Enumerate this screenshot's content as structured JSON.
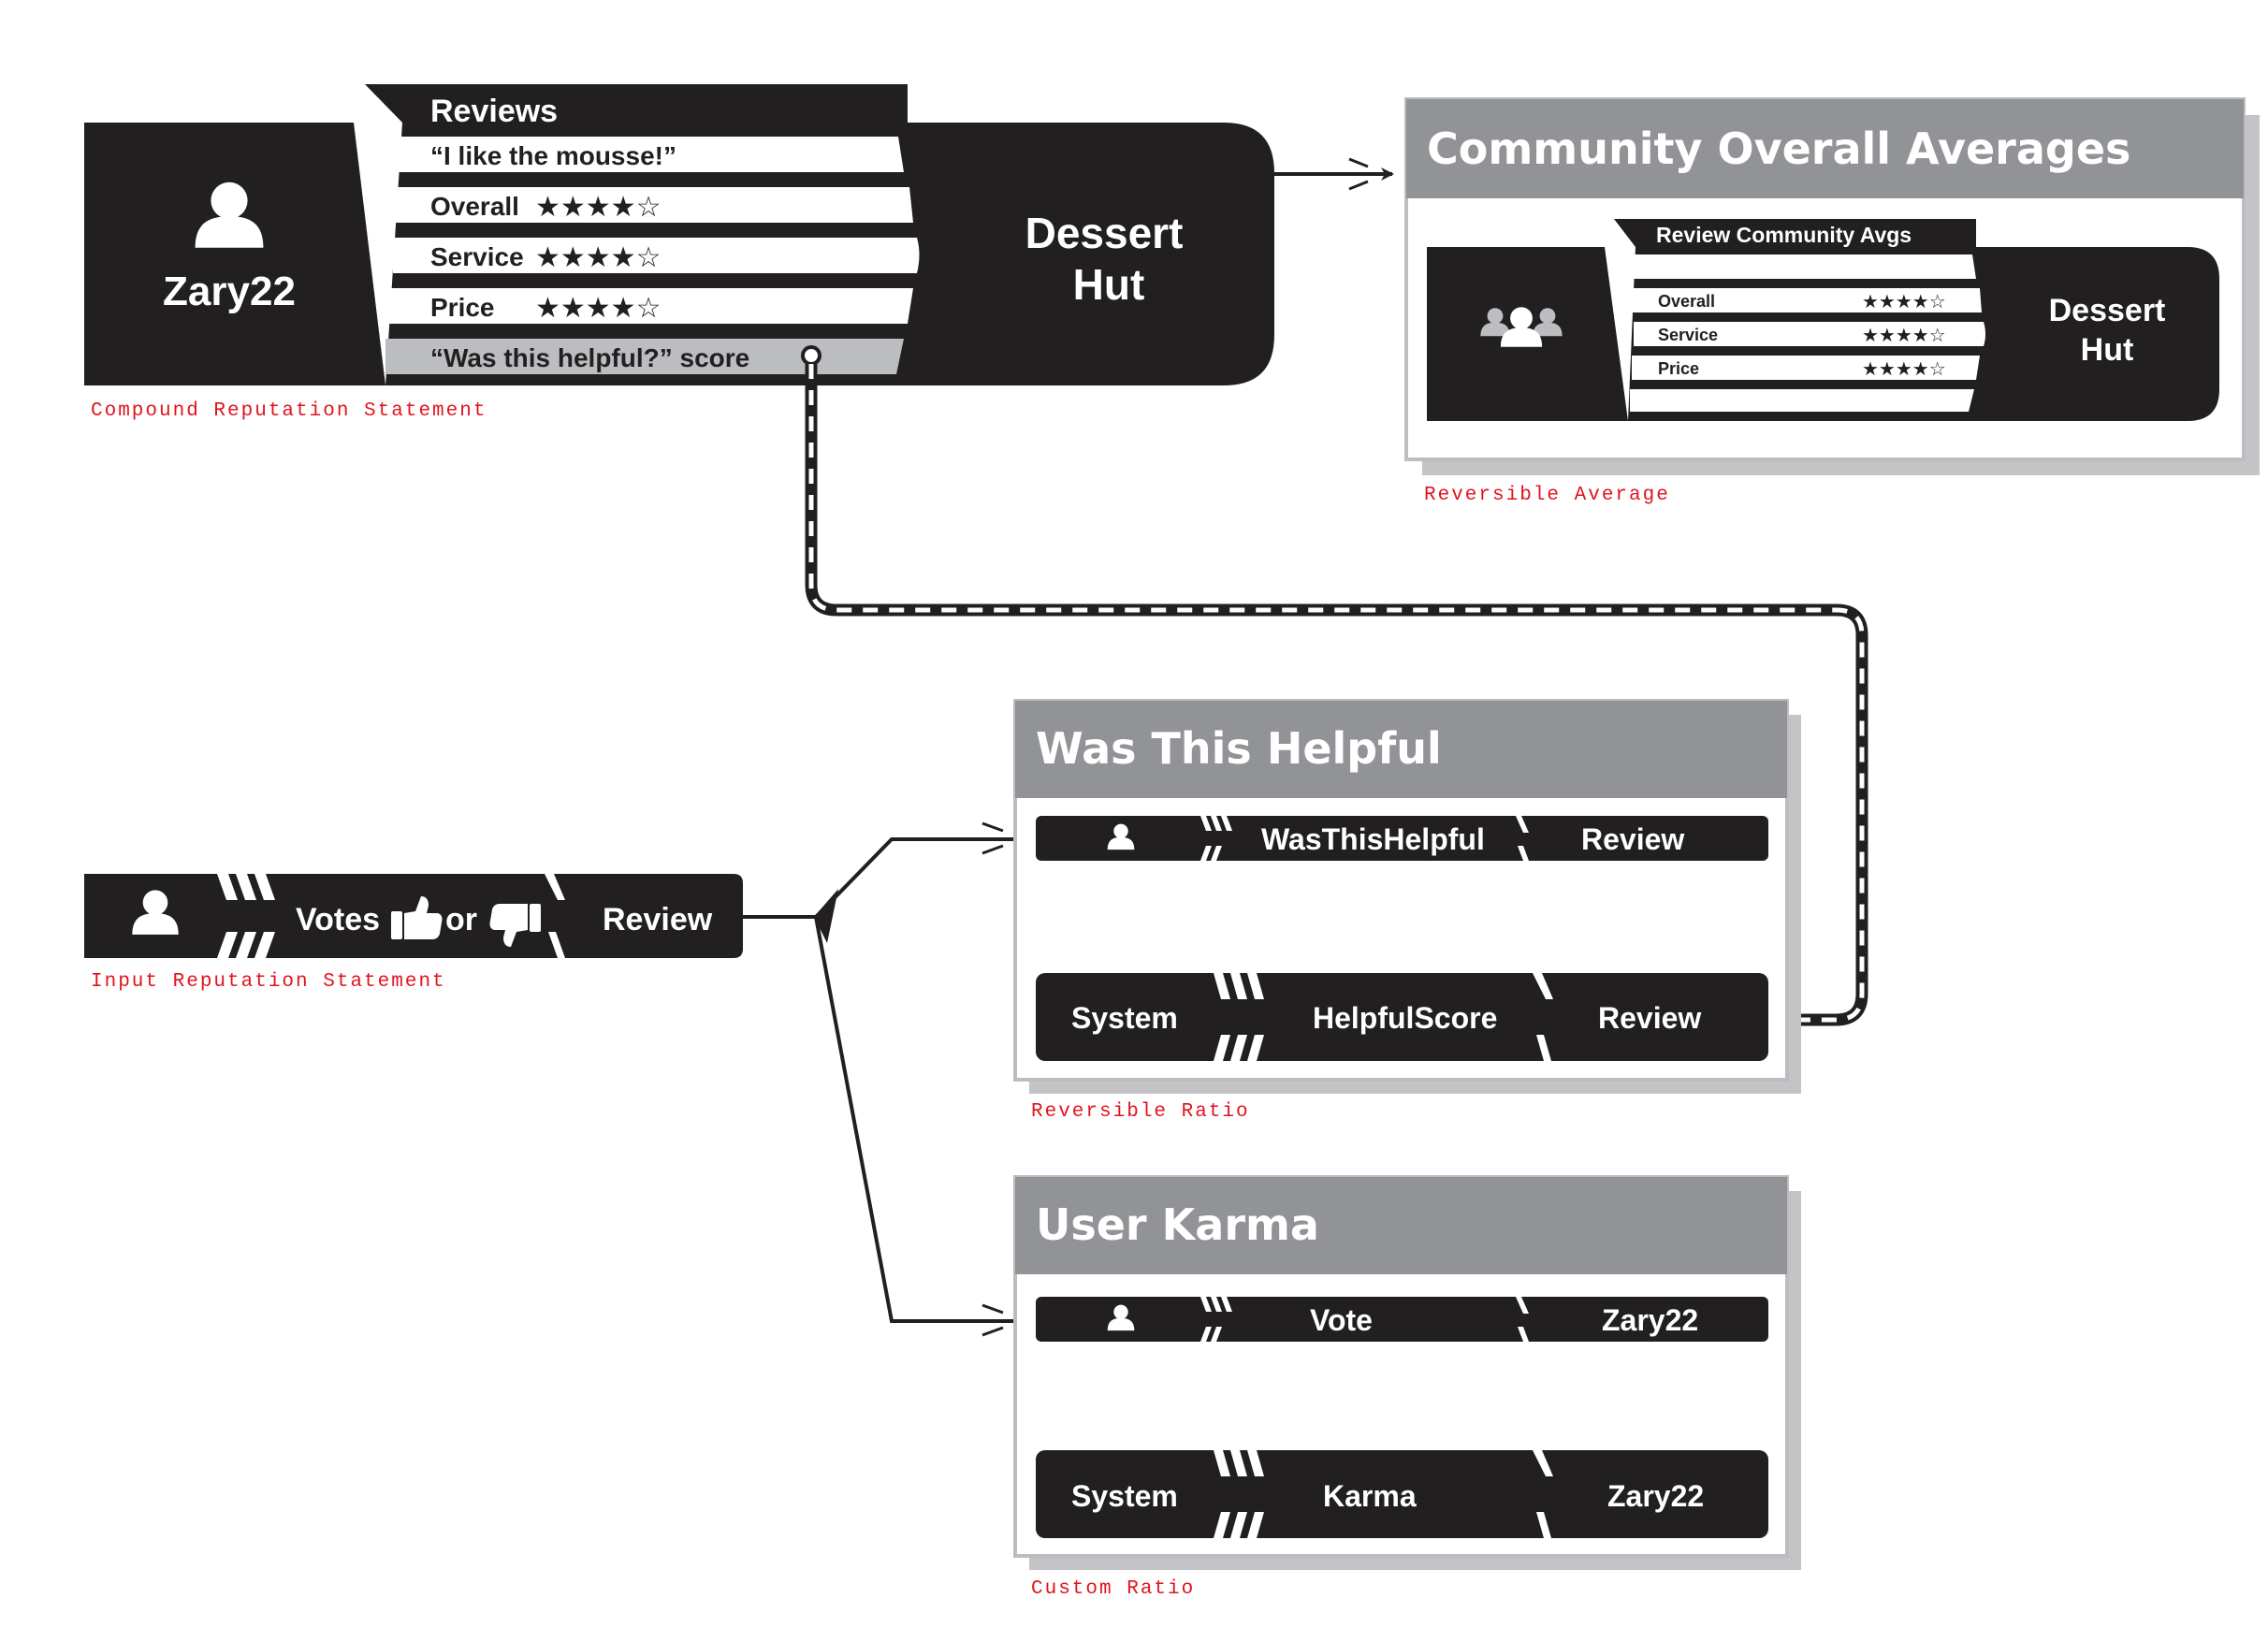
{
  "compound": {
    "user": "Zary22",
    "header": "Reviews",
    "rows": [
      {
        "label": "“I like the mousse!”",
        "stars": ""
      },
      {
        "label": "Overall",
        "stars": "★★★★☆"
      },
      {
        "label": "Service",
        "stars": "★★★★☆"
      },
      {
        "label": "Price",
        "stars": "★★★★☆"
      },
      {
        "label": "“Was this helpful?” score",
        "stars": ""
      }
    ],
    "target_line1": "Dessert",
    "target_line2": "Hut",
    "caption": "Compound Reputation Statement"
  },
  "community": {
    "title": "Community Overall Averages",
    "header": "Review Community Avgs",
    "rows": [
      {
        "label": "Overall",
        "stars": "★★★★☆"
      },
      {
        "label": "Service",
        "stars": "★★★★☆"
      },
      {
        "label": "Price",
        "stars": "★★★★☆"
      }
    ],
    "target_line1": "Dessert",
    "target_line2": "Hut",
    "caption": "Reversible Average"
  },
  "input": {
    "votes": "Votes",
    "or": "or",
    "target": "Review",
    "caption": "Input Reputation Statement"
  },
  "helpful": {
    "title": "Was This Helpful",
    "row1": {
      "claim": "WasThisHelpful",
      "target": "Review"
    },
    "row2": {
      "source": "System",
      "claim": "HelpfulScore",
      "target": "Review"
    },
    "caption": "Reversible Ratio"
  },
  "karma": {
    "title": "User Karma",
    "row1": {
      "claim": "Vote",
      "target": "Zary22"
    },
    "row2": {
      "source": "System",
      "claim": "Karma",
      "target": "Zary22"
    },
    "caption": "Custom Ratio"
  },
  "colors": {
    "dark": "#221f20",
    "panel_gray": "#929396",
    "shadow_gray": "#c4c4c6",
    "caption_red": "#e0141e",
    "highlight_row": "#bcbdc0"
  },
  "icons": [
    "user-icon",
    "group-icon",
    "thumbs-up-icon",
    "thumbs-down-icon",
    "arrow-icon"
  ]
}
